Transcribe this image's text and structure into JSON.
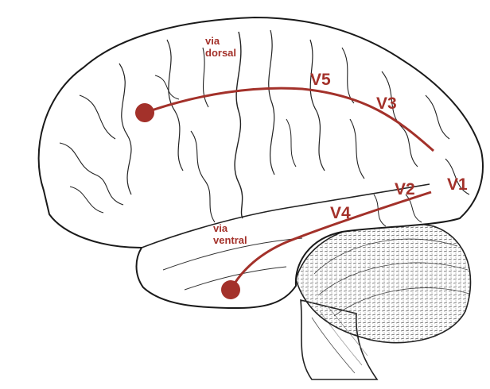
{
  "accent_color": "#a3312a",
  "labels": {
    "dorsal_line1": "via",
    "dorsal_line2": "dorsal",
    "ventral_line1": "via",
    "ventral_line2": "ventral",
    "v1": "V1",
    "v2": "V2",
    "v3": "V3",
    "v4": "V4",
    "v5": "V5"
  }
}
